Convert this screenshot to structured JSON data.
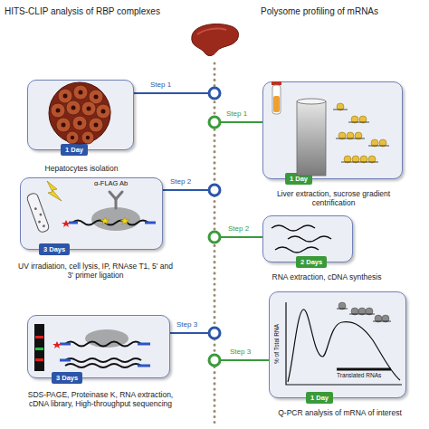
{
  "diagram": {
    "nodes": [
      {
        "text": [
          "Hepatocytes isolation"
        ]
      },
      {
        "text": [
          "1 Day"
        ],
        "in": 0
      },
      {
        "text": [
          "Liver extraction, sucrose gradient centrification"
        ]
      },
      {
        "text": [
          "1 Day"
        ],
        "in": 2
      },
      {
        "text": [
          "UV irradiation, cell lysis, IP, RNAse T1, 5' and 3' primer ligation"
        ]
      },
      {
        "text": [
          "3 Days"
        ],
        "in": 4
      },
      {
        "text": [
          "RNA extraction, cDNA synthesis"
        ]
      },
      {
        "text": [
          "2 Days"
        ],
        "in": 6
      },
      {
        "text": [
          "SDS-PAGE, Proteinase K, RNA extraction, cDNA library, High-throughput sequencing"
        ]
      },
      {
        "text": [
          "3 Days"
        ],
        "in": 8
      },
      {
        "text": [
          "Q-PCR analysis of mRNA of interest"
        ]
      },
      {
        "text": [
          "1 Day"
        ],
        "in": 10
      }
    ],
    "labels": [
      "HITS-CLIP analysis of RBP complexes",
      "Polysome profiling of mRNAs",
      "Step 1",
      "Step 1",
      "Step 2",
      "Step 2",
      "Step 3",
      "Step 3",
      "α-FLAG Ab",
      "% of Total RNA",
      "Translated RNAs"
    ]
  }
}
